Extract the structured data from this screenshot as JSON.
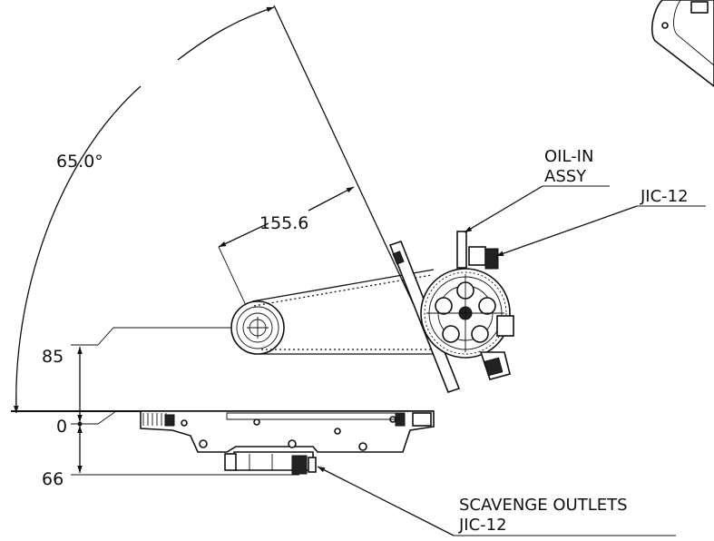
{
  "dimensions": {
    "angle": "65.0°",
    "offset": "155.6",
    "height_upper": "85",
    "datum": "0",
    "height_lower": "66"
  },
  "callouts": {
    "oil_in_line1": "OIL-IN",
    "oil_in_line2": "ASSY",
    "jic_top": "JIC-12",
    "scavenge_line1": "SCAVENGE OUTLETS",
    "scavenge_line2": "JIC-12"
  }
}
